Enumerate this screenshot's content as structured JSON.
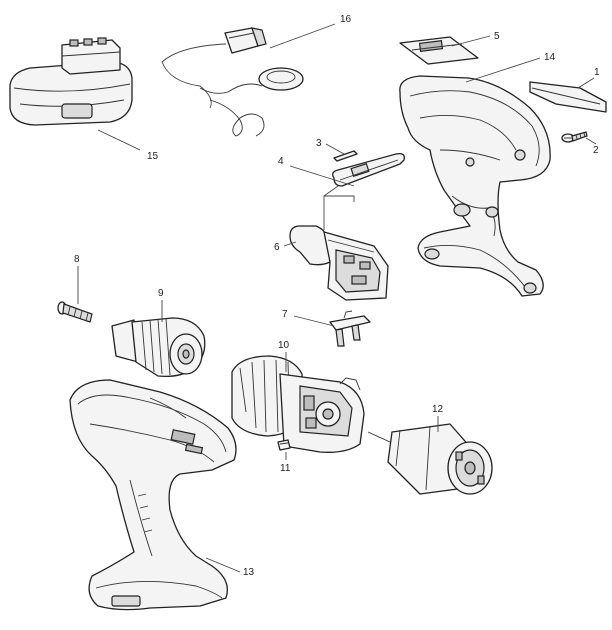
{
  "parts": [
    {
      "id": "1",
      "label": "1",
      "name": "nameplate-strip"
    },
    {
      "id": "2",
      "label": "2",
      "name": "housing-screw"
    },
    {
      "id": "3",
      "label": "3",
      "name": "switch-spring"
    },
    {
      "id": "4",
      "label": "4",
      "name": "forward-reverse-lever"
    },
    {
      "id": "5",
      "label": "5",
      "name": "top-badge"
    },
    {
      "id": "6",
      "label": "6",
      "name": "trigger-switch"
    },
    {
      "id": "7",
      "label": "7",
      "name": "terminal-plate"
    },
    {
      "id": "8",
      "label": "8",
      "name": "chuck-screw"
    },
    {
      "id": "9",
      "label": "9",
      "name": "keyless-chuck"
    },
    {
      "id": "10",
      "label": "10",
      "name": "gearbox-assembly"
    },
    {
      "id": "11",
      "label": "11",
      "name": "small-screw"
    },
    {
      "id": "12",
      "label": "12",
      "name": "dc-motor"
    },
    {
      "id": "13",
      "label": "13",
      "name": "housing-left"
    },
    {
      "id": "14",
      "label": "14",
      "name": "housing-right"
    },
    {
      "id": "15",
      "label": "15",
      "name": "battery-pack"
    },
    {
      "id": "16",
      "label": "16",
      "name": "charger"
    }
  ]
}
